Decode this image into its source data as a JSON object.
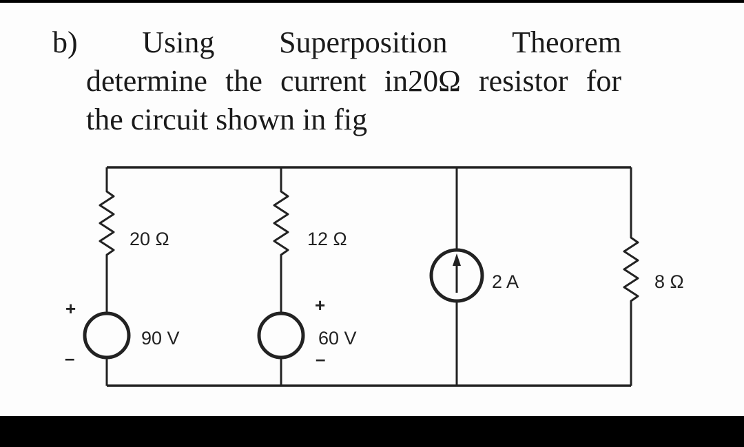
{
  "question": {
    "line1": [
      "b)",
      "Using",
      "Superposition",
      "Theorem"
    ],
    "line2": "determine the current in20Ω resistor for",
    "line3": "the circuit shown in fig"
  },
  "circuit": {
    "r1": "20 Ω",
    "r2": "12 Ω",
    "r3": "8 Ω",
    "v1": "90 V",
    "v2": "60 V",
    "i1": "2 A",
    "plus": "+",
    "minus": "–"
  }
}
